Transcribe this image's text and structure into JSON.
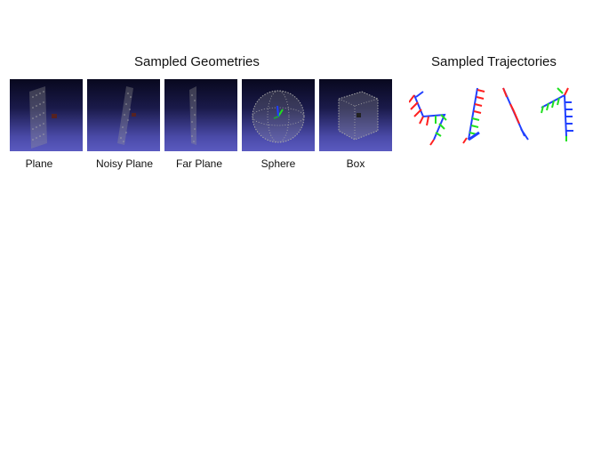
{
  "titles": {
    "geometries": "Sampled Geometries",
    "trajectories": "Sampled Trajectories"
  },
  "geometries": [
    {
      "label": "Plane",
      "shape": "plane"
    },
    {
      "label": "Noisy Plane",
      "shape": "noisy-plane"
    },
    {
      "label": "Far Plane",
      "shape": "far-plane"
    },
    {
      "label": "Sphere",
      "shape": "sphere"
    },
    {
      "label": "Box",
      "shape": "box"
    }
  ],
  "colors": {
    "background_top": "#08081e",
    "background_bottom": "#5a5ac0",
    "points": "#9a9a9a",
    "axis_x": "#ff2020",
    "axis_y": "#20e020",
    "axis_z": "#2040ff"
  }
}
